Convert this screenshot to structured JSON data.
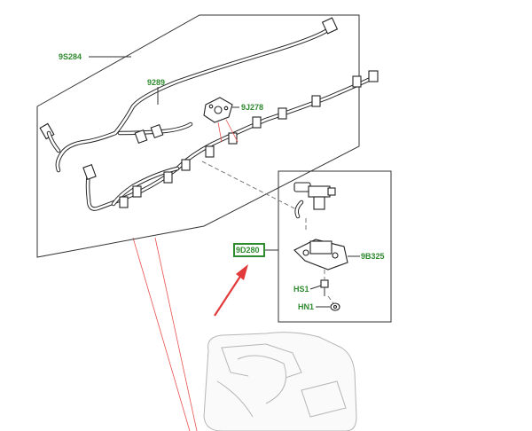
{
  "labels": {
    "harness": "9S284",
    "tube": "9289",
    "sensor": "9J278",
    "assembly": "9D280",
    "bracket": "9B325",
    "screw": "HS1",
    "nut": "HN1"
  },
  "colors": {
    "label_text": "#2e8b2e",
    "highlight_box": "#2e8b2e",
    "arrow": "#e23a3a",
    "leader_red": "#e8514f"
  }
}
